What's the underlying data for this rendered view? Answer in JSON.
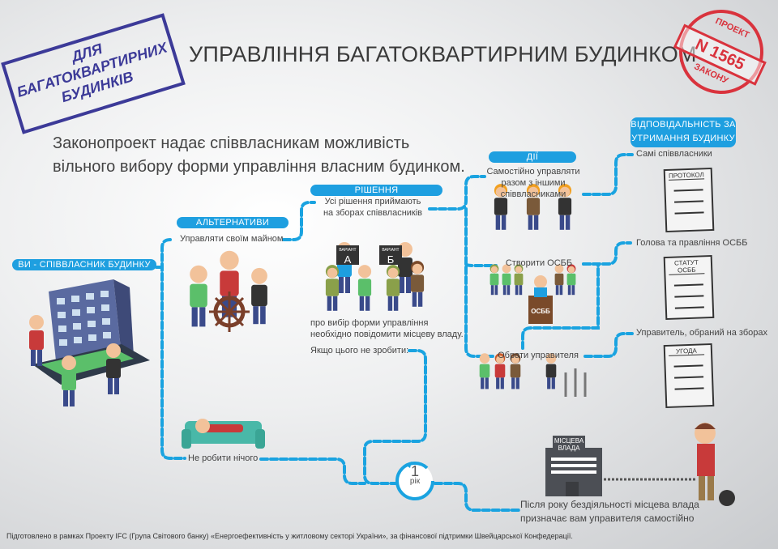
{
  "stamp_left": {
    "lines": [
      "ДЛЯ",
      "БАГАТОКВАРТИРНИХ",
      "БУДИНКІВ"
    ]
  },
  "title": "УПРАВЛІННЯ БАГАТОКВАРТИРНИМ БУДИНКОМ",
  "stamp_right": {
    "top": "ПРОЕКТ",
    "number": "N 1565",
    "bottom": "ЗАКОНУ"
  },
  "intro": [
    "Законопроект надає співвласникам можливість",
    "вільного вибору форми управління власним будинком."
  ],
  "owner_pill": "ВИ - СПІВВЛАСНИК БУДИНКУ",
  "alternatives": {
    "pill": "АЛЬТЕРНАТИВИ",
    "manage": "Управляти своїм майном",
    "nothing": "Не робити нічого"
  },
  "decision": {
    "pill": "РІШЕННЯ",
    "text": [
      "Усі рішення приймають",
      "на зборах співвласників"
    ],
    "board_a": {
      "small": "ВАРІАНТ",
      "letter": "А"
    },
    "board_b": {
      "small": "ВАРІАНТ",
      "letter": "Б"
    },
    "notify": [
      "про вибір форми управління",
      "необхідно повідомити місцеву владу."
    ],
    "if_not": "Якщо цього не зробити:"
  },
  "actions": {
    "pill": "ДІЇ",
    "self": [
      "Самостійно управляти",
      "разом з іншими",
      "співвласниками"
    ],
    "osbb": "Створити ОСББ",
    "podium": "ОСББ",
    "manager": "Обрати управителя"
  },
  "responsibility": {
    "pill": [
      "ВІДПОВІДАЛЬНІСТЬ ЗА",
      "УТРИМАННЯ БУДИНКУ"
    ],
    "items": [
      {
        "label": "Самі співвласники",
        "doc": "ПРОТОКОЛ"
      },
      {
        "label": "Голова та правління ОСББ",
        "doc": "СТАТУТ ОСББ"
      },
      {
        "label": "Управитель, обраний на зборах",
        "doc": "УГОДА"
      }
    ]
  },
  "timer": {
    "number": "1",
    "unit": "рік"
  },
  "authority": {
    "sign": [
      "МІСЦЕВА",
      "ВЛАДА"
    ],
    "text": [
      "Після року бездіяльності місцева влада",
      "призначає вам управителя самостійно"
    ]
  },
  "footer": "Підготовлено в рамках Проекту IFC (Група Світового банку) «Енергоефективність у житловому секторі України», за фінансової підтримки Швейцарської Конфедерації.",
  "colors": {
    "accent": "#1e9fe0",
    "stamp_blue": "#3c3a98",
    "stamp_red": "#d9333d"
  }
}
